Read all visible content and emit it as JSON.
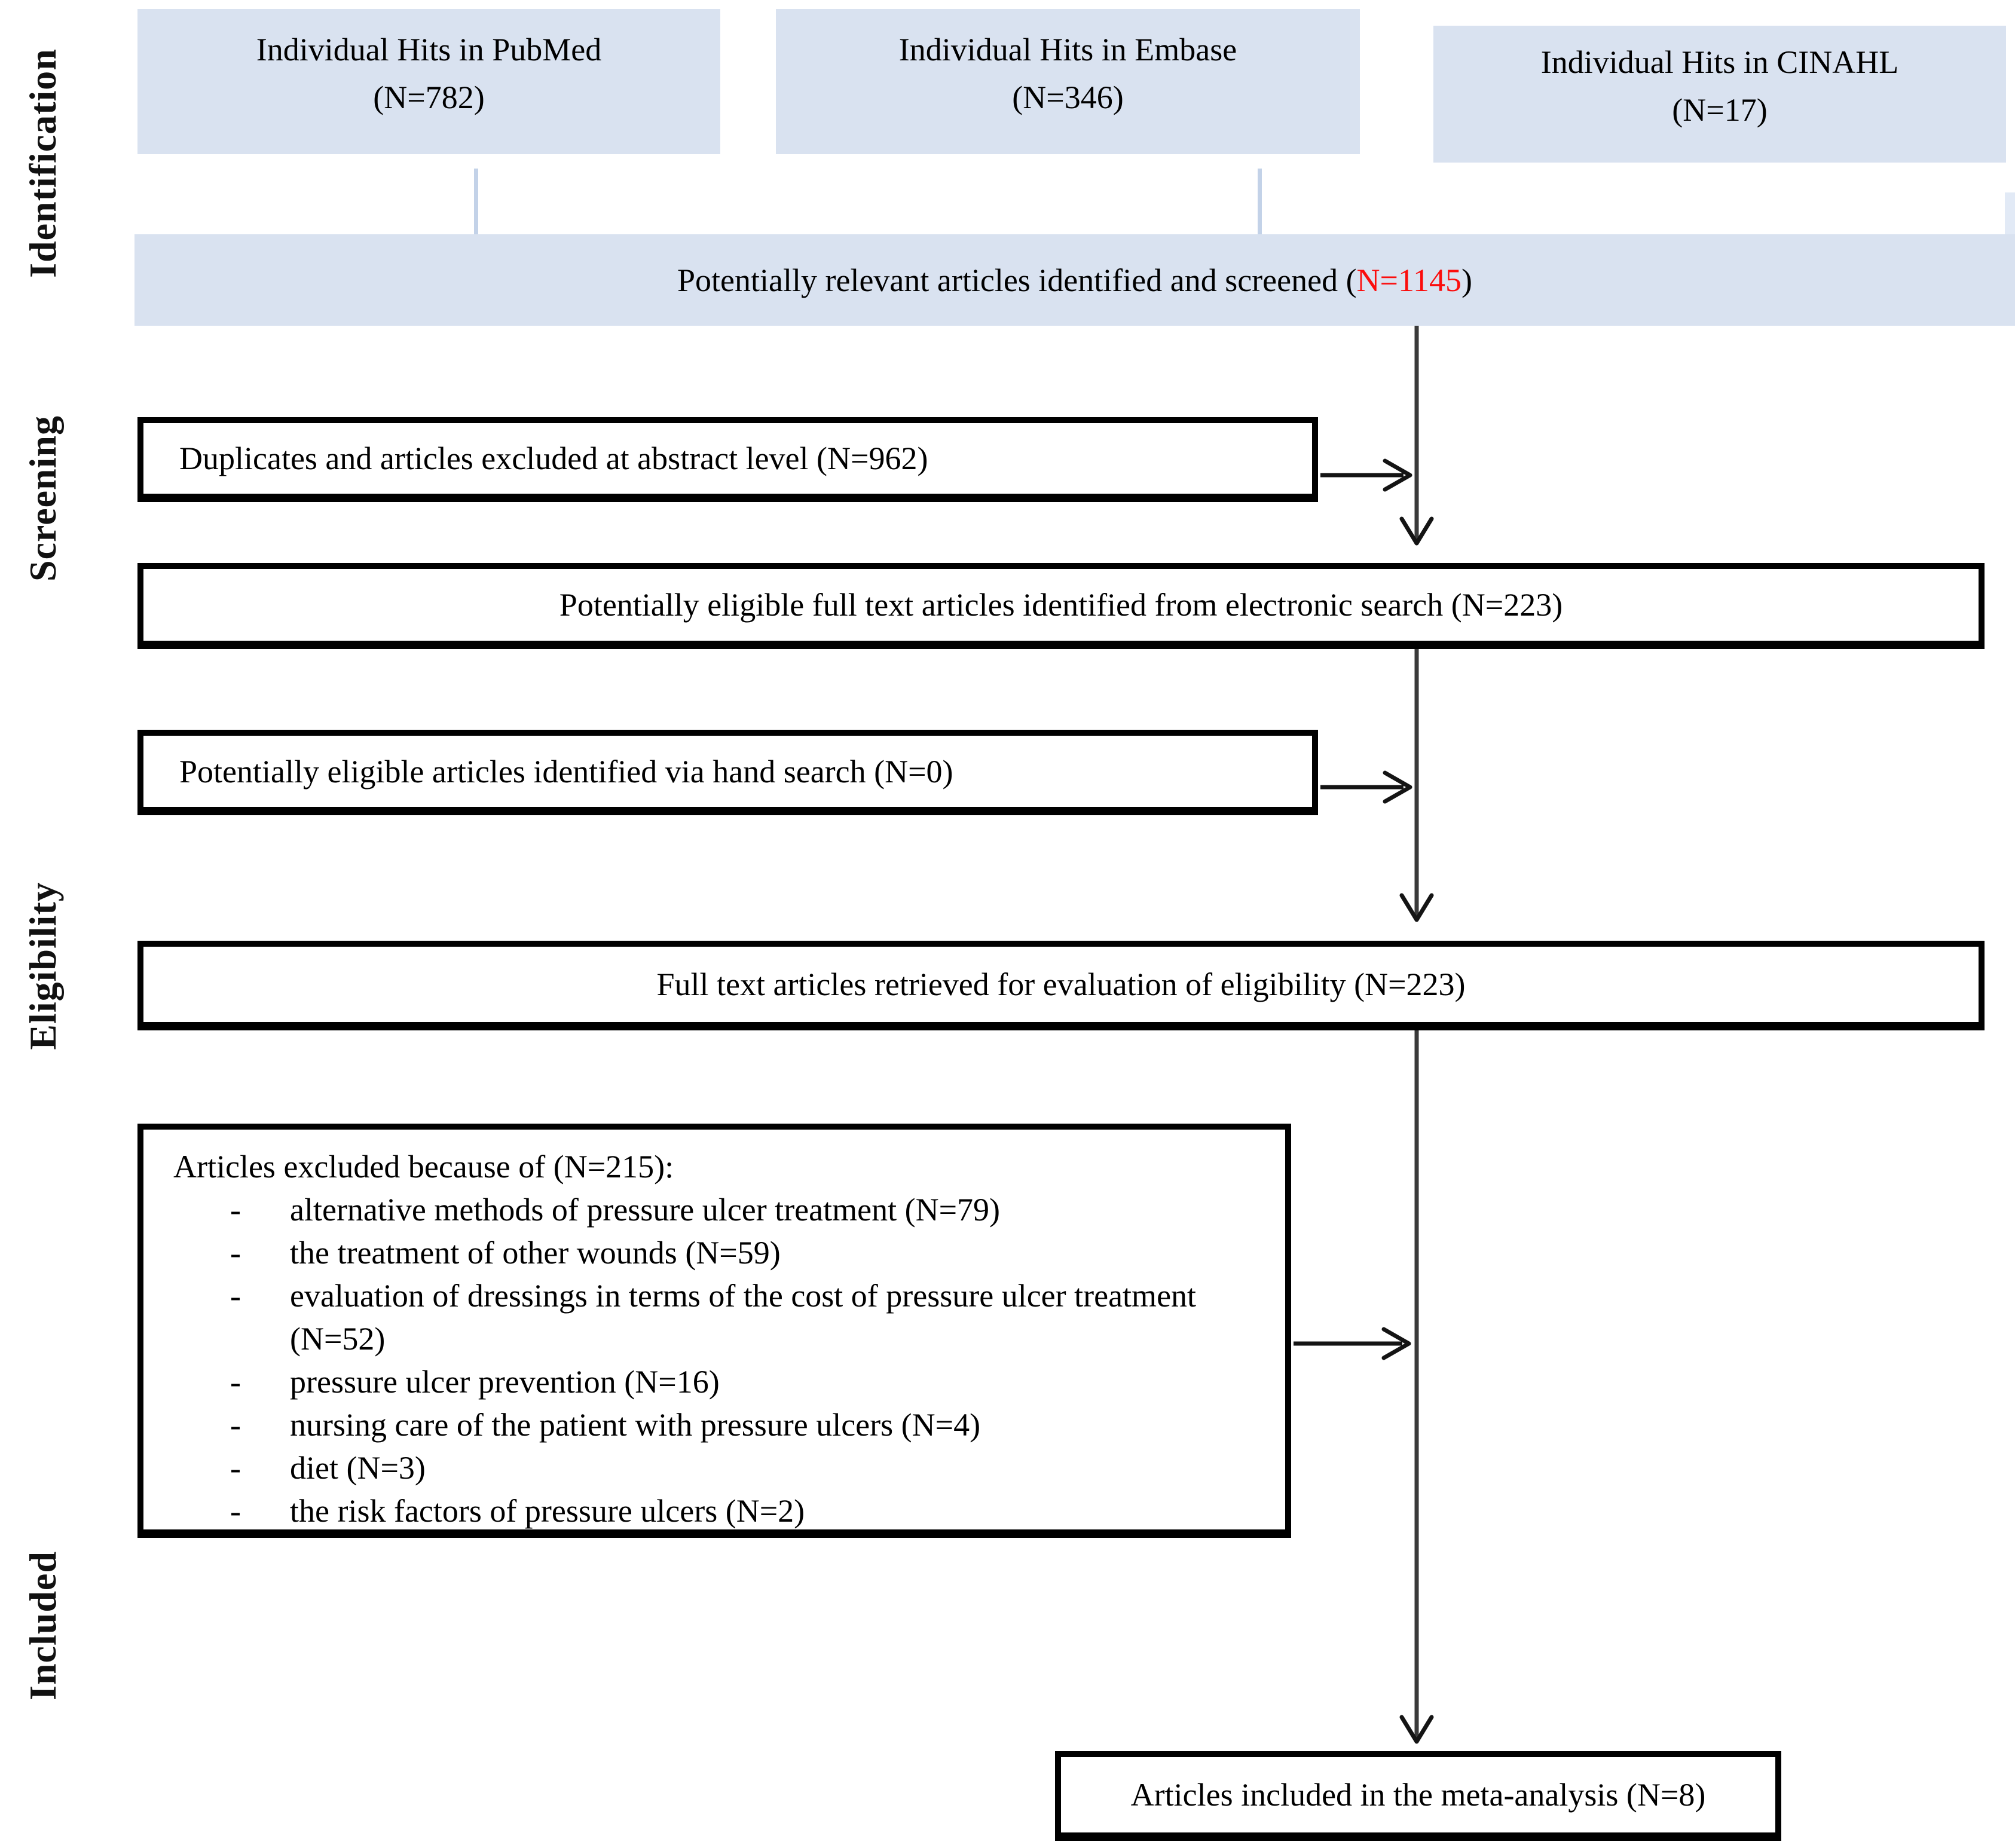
{
  "colors": {
    "box_blue": "#d9e2f0",
    "stub_blue": "#c3d2e8",
    "stub_blue_light": "#e2eaf6",
    "border": "#000000",
    "line": "#3a3a3a",
    "arrow": "#141414",
    "red": "#fb0d0d",
    "text": "#000000"
  },
  "stage_labels": [
    {
      "label": "Identification"
    },
    {
      "label": "Screening"
    },
    {
      "label": "Eligibility"
    },
    {
      "label": "Included"
    }
  ],
  "top_boxes": [
    {
      "line1": "Individual Hits in PubMed",
      "line2": "(N=782)"
    },
    {
      "line1": "Individual Hits in Embase",
      "line2": "(N=346)"
    },
    {
      "line1": "Individual Hits in CINAHL",
      "line2": "(N=17)"
    }
  ],
  "band": {
    "text_before": "Potentially relevant articles identified and screened (",
    "n_red": "N=1145",
    "text_after": ")"
  },
  "duplicates": {
    "text": "Duplicates and articles excluded at abstract level (N=962)"
  },
  "electronic": {
    "text": "Potentially eligible full text articles identified from electronic search (N=223)"
  },
  "hand_search": {
    "text": "Potentially eligible articles identified via hand search (N=0)"
  },
  "full_text": {
    "text": "Full text articles retrieved for evaluation of eligibility (N=223)"
  },
  "excluded": {
    "heading": "Articles excluded because of (N=215):",
    "bullet": "-",
    "items": [
      "alternative methods of pressure ulcer treatment (N=79)",
      "the treatment of other wounds (N=59)",
      "evaluation of dressings in terms of the cost of pressure ulcer treatment (N=52)",
      "pressure ulcer prevention (N=16)",
      "nursing care of the patient with pressure ulcers (N=4)",
      "diet (N=3)",
      "the risk factors of pressure ulcers (N=2)"
    ]
  },
  "included_box": {
    "text": "Articles included in the meta-analysis (N=8)"
  }
}
